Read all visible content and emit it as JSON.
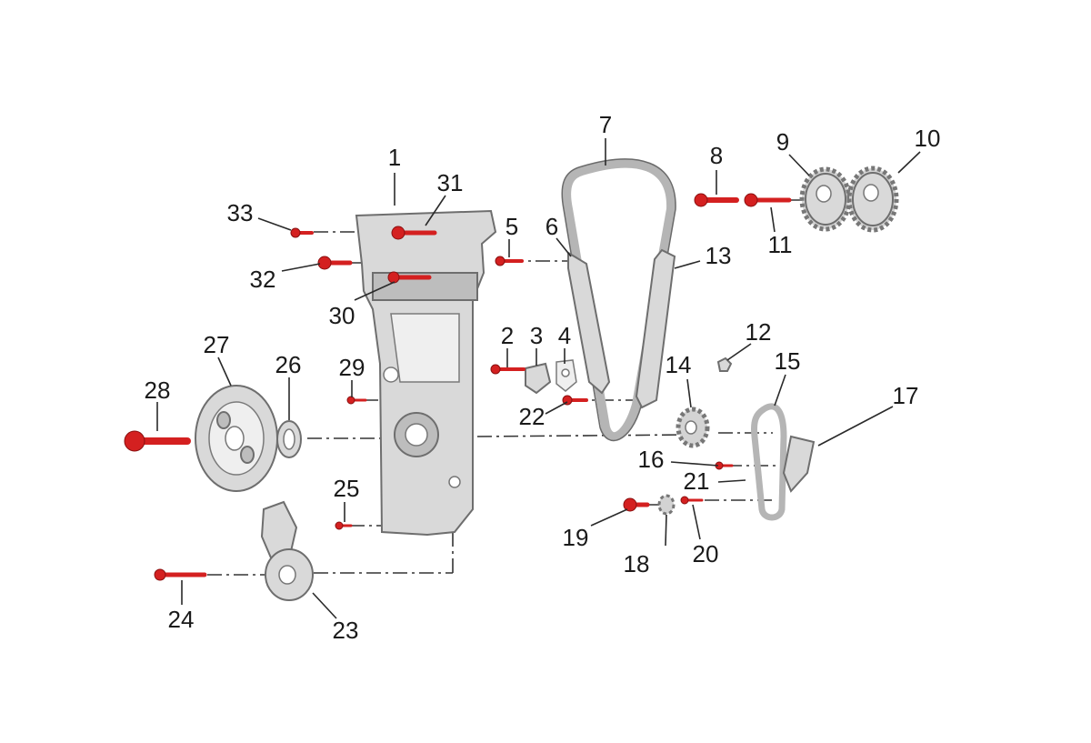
{
  "callouts": {
    "c1": "1",
    "c2": "2",
    "c3": "3",
    "c4": "4",
    "c5": "5",
    "c6": "6",
    "c7": "7",
    "c8": "8",
    "c9": "9",
    "c10": "10",
    "c11": "11",
    "c12": "12",
    "c13": "13",
    "c14": "14",
    "c15": "15",
    "c16": "16",
    "c17": "17",
    "c18": "18",
    "c19": "19",
    "c20": "20",
    "c21": "21",
    "c22": "22",
    "c23": "23",
    "c24": "24",
    "c25": "25",
    "c26": "26",
    "c27": "27",
    "c28": "28",
    "c29": "29",
    "c30": "30",
    "c31": "31",
    "c32": "32",
    "c33": "33"
  },
  "colors": {
    "fastener": "#d42020",
    "component": "#d9d9d9",
    "line": "#2a2a2a"
  }
}
